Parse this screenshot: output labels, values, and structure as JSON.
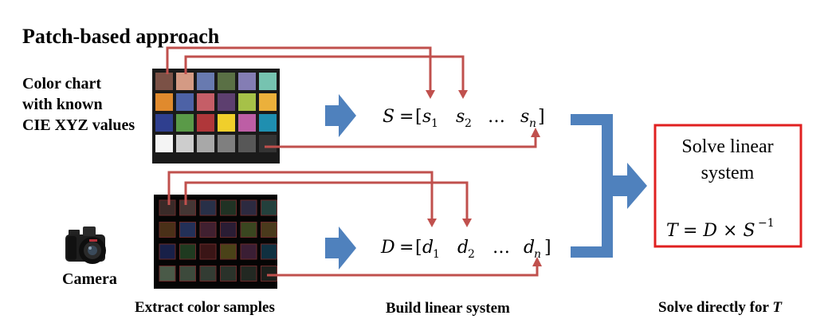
{
  "title": "Patch-based approach",
  "chart_label": [
    "Color chart",
    "with known",
    "CIE XYZ values"
  ],
  "camera_label": "Camera",
  "colors": {
    "connector": "#c0504d",
    "arrow": "#4f81bd",
    "box_border": "#e02020",
    "chart_patches": [
      [
        "#7b5146",
        "#d49a84",
        "#687ab0",
        "#5a7045",
        "#847db4",
        "#76c3b0"
      ],
      [
        "#e08a2d",
        "#4d62a6",
        "#c55e67",
        "#5d3f6f",
        "#a6c148",
        "#ebb03b"
      ],
      [
        "#2f3f8f",
        "#5a9a48",
        "#b0373a",
        "#f0cf2b",
        "#bd5ea5",
        "#1f8fb0"
      ],
      [
        "#f4f4f4",
        "#cdcdcd",
        "#a8a8a8",
        "#7f7f7f",
        "#575757",
        "#343434"
      ]
    ],
    "camera_patches": [
      [
        "#3a2a28",
        "#443634",
        "#283048",
        "#203224",
        "#2c2a40",
        "#23403c"
      ],
      [
        "#4a3018",
        "#233058",
        "#402030",
        "#2a1d34",
        "#3a4620",
        "#4a3a1c"
      ],
      [
        "#182048",
        "#1f3a20",
        "#3a1516",
        "#4a4218",
        "#3a1e34",
        "#103040"
      ],
      [
        "#4a5a48",
        "#3d4a3c",
        "#333c33",
        "#2a322a",
        "#222822",
        "#1c201c"
      ]
    ]
  },
  "equations": {
    "S": {
      "lhs": "S",
      "eq": "=",
      "open": "[",
      "e1": "s",
      "s1": "1",
      "e2": "s",
      "s2": "2",
      "dots": "…",
      "en": "s",
      "sn": "n",
      "close": "]"
    },
    "D": {
      "lhs": "D",
      "eq": "=",
      "open": "[",
      "e1": "d",
      "s1": "1",
      "e2": "d",
      "s2": "2",
      "dots": "…",
      "en": "d",
      "sn": "n",
      "close": "]"
    }
  },
  "solve_box": {
    "line1": "Solve linear",
    "line2": "system",
    "eq_T": "T",
    "eq_rest": "= D × S",
    "eq_sup": "−1"
  },
  "captions": {
    "extract": "Extract color samples",
    "build": "Build linear system",
    "solve_prefix": "Solve directly for ",
    "solve_T": "T"
  }
}
